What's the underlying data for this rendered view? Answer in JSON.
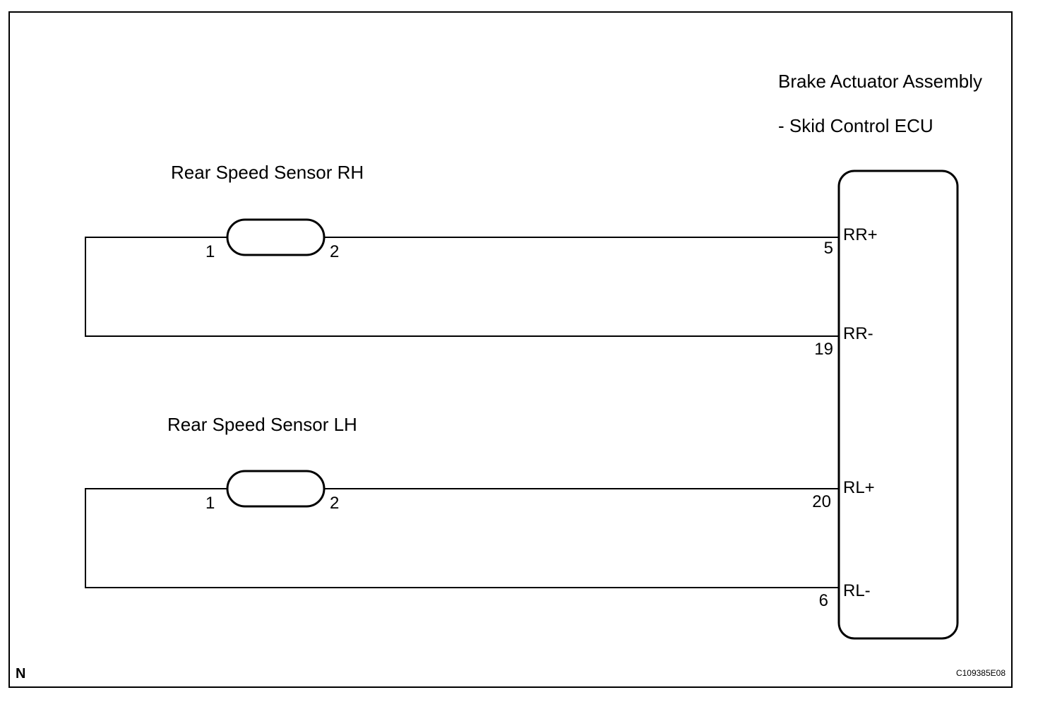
{
  "ecu": {
    "title_line1": "Brake Actuator Assembly",
    "title_line2": "- Skid Control ECU",
    "terminals": [
      {
        "name": "RR+",
        "pin": "5"
      },
      {
        "name": "RR-",
        "pin": "19"
      },
      {
        "name": "RL+",
        "pin": "20"
      },
      {
        "name": "RL-",
        "pin": "6"
      }
    ]
  },
  "sensors": [
    {
      "label": "Rear Speed Sensor RH",
      "pin_left": "1",
      "pin_right": "2"
    },
    {
      "label": "Rear Speed Sensor LH",
      "pin_left": "1",
      "pin_right": "2"
    }
  ],
  "footer": {
    "corner_letter": "N",
    "figure_code": "C109385E08"
  }
}
